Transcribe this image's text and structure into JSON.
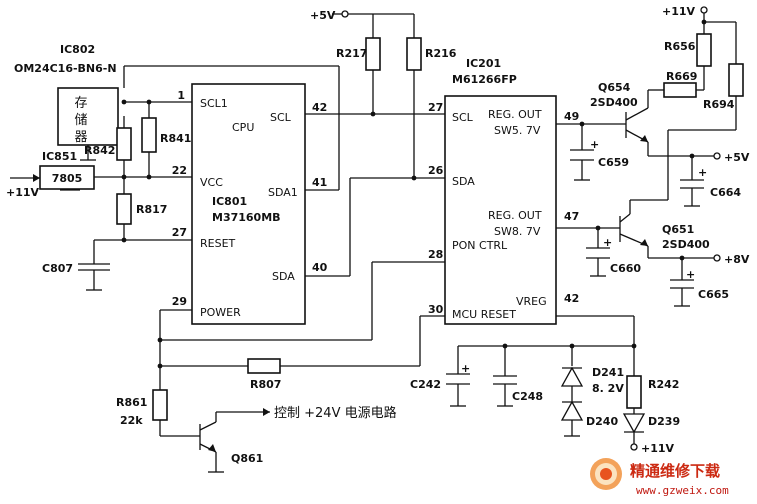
{
  "ic802": {
    "ref": "IC802",
    "part": "OM24C16-BN6-N",
    "body": [
      "存",
      "储",
      "器"
    ]
  },
  "ic851": {
    "ref": "IC851",
    "part": "7805",
    "input": "+11V"
  },
  "ic801": {
    "ref": "IC801",
    "part": "M37160MB",
    "cpu": "CPU",
    "pins_left": [
      {
        "num": "1",
        "name": "SCL1"
      },
      {
        "num": "22",
        "name": "VCC"
      },
      {
        "num": "27",
        "name": "RESET"
      },
      {
        "num": "29",
        "name": "POWER"
      }
    ],
    "pins_right": [
      {
        "num": "42",
        "name": "SCL"
      },
      {
        "num": "41",
        "name": "SDA1"
      },
      {
        "num": "40",
        "name": "SDA"
      }
    ]
  },
  "ic201": {
    "ref": "IC201",
    "part": "M61266FP",
    "pins_left": [
      {
        "num": "27",
        "name": "SCL"
      },
      {
        "num": "26",
        "name": "SDA"
      },
      {
        "num": "28",
        "name": "PON CTRL"
      },
      {
        "num": "30",
        "name": "MCU RESET"
      }
    ],
    "pins_right": [
      {
        "num": "49",
        "name": "REG. OUT",
        "sub": "SW5. 7V"
      },
      {
        "num": "47",
        "name": "REG. OUT",
        "sub": "SW8. 7V"
      },
      {
        "num": "42",
        "name": "VREG"
      }
    ]
  },
  "resistors": {
    "r217": "R217",
    "r216": "R216",
    "r841": "R841",
    "r842": "R842",
    "r817": "R817",
    "r807": "R807",
    "r861": "R861",
    "r861_val": "22k",
    "r656": "R656",
    "r669": "R669",
    "r694": "R694",
    "r242": "R242"
  },
  "capacitors": {
    "c807": "C807",
    "c659": "C659",
    "c664": "C664",
    "c660": "C660",
    "c665": "C665",
    "c242": "C242",
    "c248": "C248"
  },
  "diodes": {
    "d241": "D241",
    "d241_val": "8. 2V",
    "d240": "D240",
    "d239": "D239"
  },
  "transistors": {
    "q654": {
      "ref": "Q654",
      "part": "2SD400"
    },
    "q651": {
      "ref": "Q651",
      "part": "2SD400"
    },
    "q861": {
      "ref": "Q861"
    }
  },
  "supplies": {
    "p5v_top": "+5V",
    "p11v_top": "+11V",
    "p5v_out": "+5V",
    "p8v_out": "+8V",
    "p11v_bottom": "+11V"
  },
  "plus_sign": "+",
  "note_24v": "控制 +24V 电源电路",
  "watermark": {
    "title": "精通维修下载",
    "url": "www.gzweix.com"
  }
}
